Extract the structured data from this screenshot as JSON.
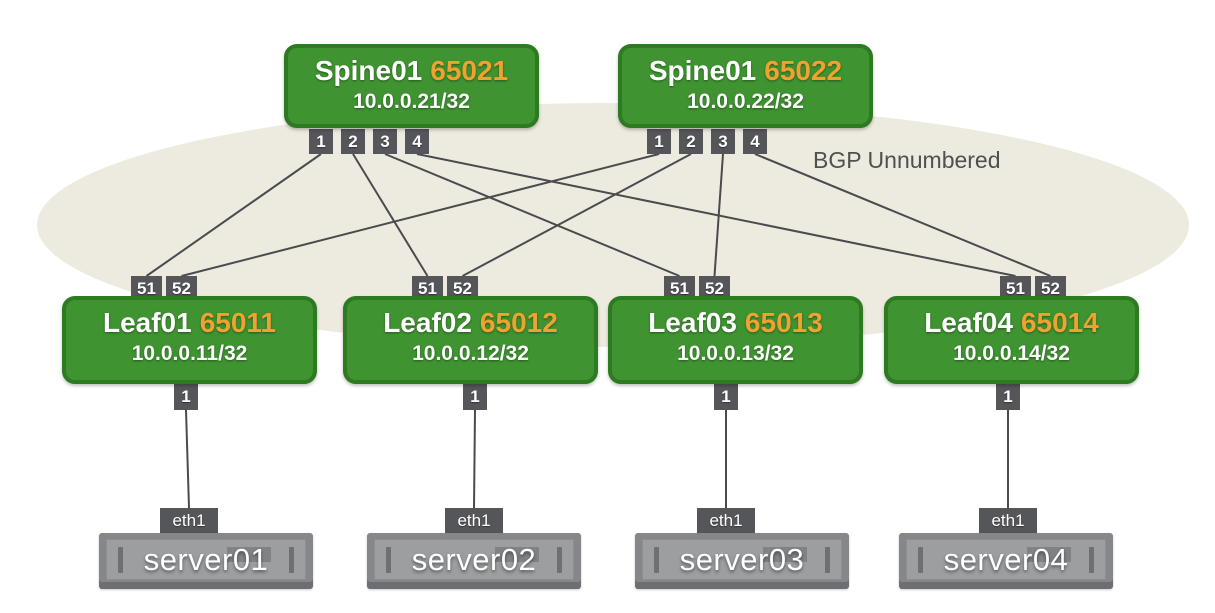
{
  "note": {
    "label": "BGP Unnumbered"
  },
  "colors": {
    "switch_fill": "#3f9331",
    "switch_border": "#2e7a20",
    "asn_text": "#f0a230",
    "port_bg": "#55565a",
    "port_text": "#ffffff",
    "wire": "#4b4b4d",
    "fabric_ellipse": "#edeae0",
    "note_text": "#4f514f",
    "server_outer": "#85878a",
    "server_inner": "#9c9ea0",
    "server_text": "#ffffff"
  },
  "spines": [
    {
      "name": "Spine01",
      "asn": "65021",
      "ip": "10.0.0.21/32",
      "ports": [
        "1",
        "2",
        "3",
        "4"
      ]
    },
    {
      "name": "Spine01",
      "asn": "65022",
      "ip": "10.0.0.22/32",
      "ports": [
        "1",
        "2",
        "3",
        "4"
      ]
    }
  ],
  "leaves": [
    {
      "name": "Leaf01",
      "asn": "65011",
      "ip": "10.0.0.11/32",
      "uplink_ports": [
        "51",
        "52"
      ],
      "server_port": "1"
    },
    {
      "name": "Leaf02",
      "asn": "65012",
      "ip": "10.0.0.12/32",
      "uplink_ports": [
        "51",
        "52"
      ],
      "server_port": "1"
    },
    {
      "name": "Leaf03",
      "asn": "65013",
      "ip": "10.0.0.13/32",
      "uplink_ports": [
        "51",
        "52"
      ],
      "server_port": "1"
    },
    {
      "name": "Leaf04",
      "asn": "65014",
      "ip": "10.0.0.14/32",
      "uplink_ports": [
        "51",
        "52"
      ],
      "server_port": "1"
    }
  ],
  "servers": [
    {
      "name": "server01",
      "nic": "eth1"
    },
    {
      "name": "server02",
      "nic": "eth1"
    },
    {
      "name": "server03",
      "nic": "eth1"
    },
    {
      "name": "server04",
      "nic": "eth1"
    }
  ],
  "links": [
    [
      "spine1-port-1",
      "leaf1-port-51"
    ],
    [
      "spine1-port-2",
      "leaf2-port-51"
    ],
    [
      "spine1-port-3",
      "leaf3-port-51"
    ],
    [
      "spine1-port-4",
      "leaf4-port-51"
    ],
    [
      "spine2-port-1",
      "leaf1-port-52"
    ],
    [
      "spine2-port-2",
      "leaf2-port-52"
    ],
    [
      "spine2-port-3",
      "leaf3-port-52"
    ],
    [
      "spine2-port-4",
      "leaf4-port-52"
    ],
    [
      "leaf1-port-1",
      "server1-eth1"
    ],
    [
      "leaf2-port-1",
      "server2-eth1"
    ],
    [
      "leaf3-port-1",
      "server3-eth1"
    ],
    [
      "leaf4-port-1",
      "server4-eth1"
    ]
  ]
}
